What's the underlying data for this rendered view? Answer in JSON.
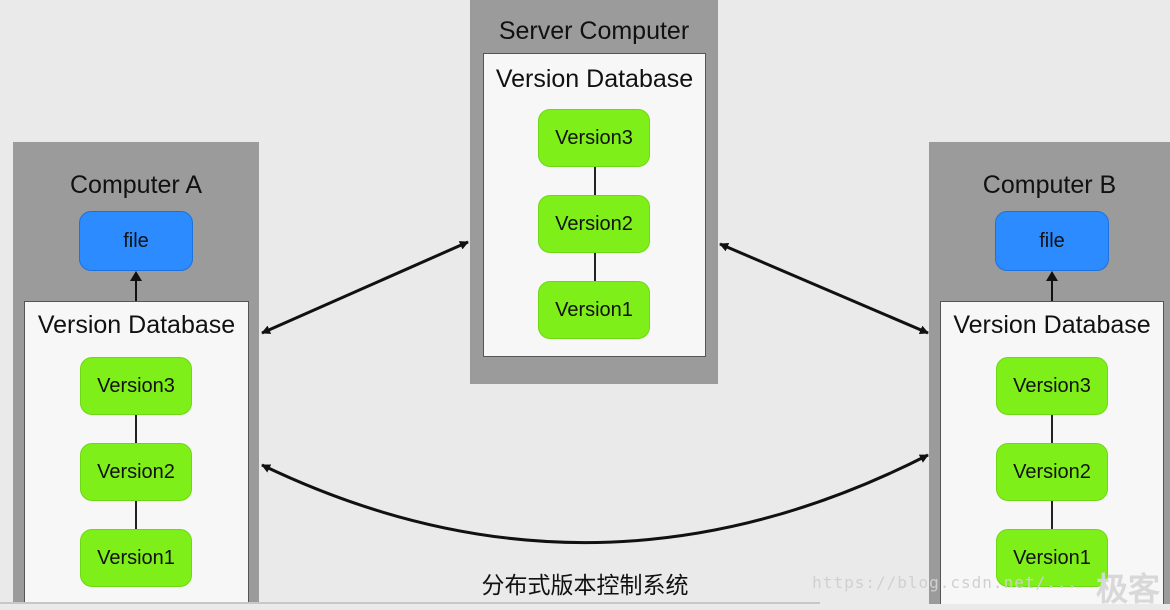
{
  "server": {
    "title": "Server Computer",
    "db_title": "Version Database",
    "versions": [
      "Version3",
      "Version2",
      "Version1"
    ]
  },
  "computer_a": {
    "title": "Computer A",
    "file": "file",
    "db_title": "Version Database",
    "versions": [
      "Version3",
      "Version2",
      "Version1"
    ]
  },
  "computer_b": {
    "title": "Computer B",
    "file": "file",
    "db_title": "Version Database",
    "versions": [
      "Version3",
      "Version2",
      "Version1"
    ]
  },
  "caption": "分布式版本控制系统",
  "watermark": "https://blog.csdn.net/...",
  "colors": {
    "background": "#eaeaea",
    "machine": "#9b9b9b",
    "version_box": "#7fef1a",
    "file_box": "#2c8cff"
  }
}
